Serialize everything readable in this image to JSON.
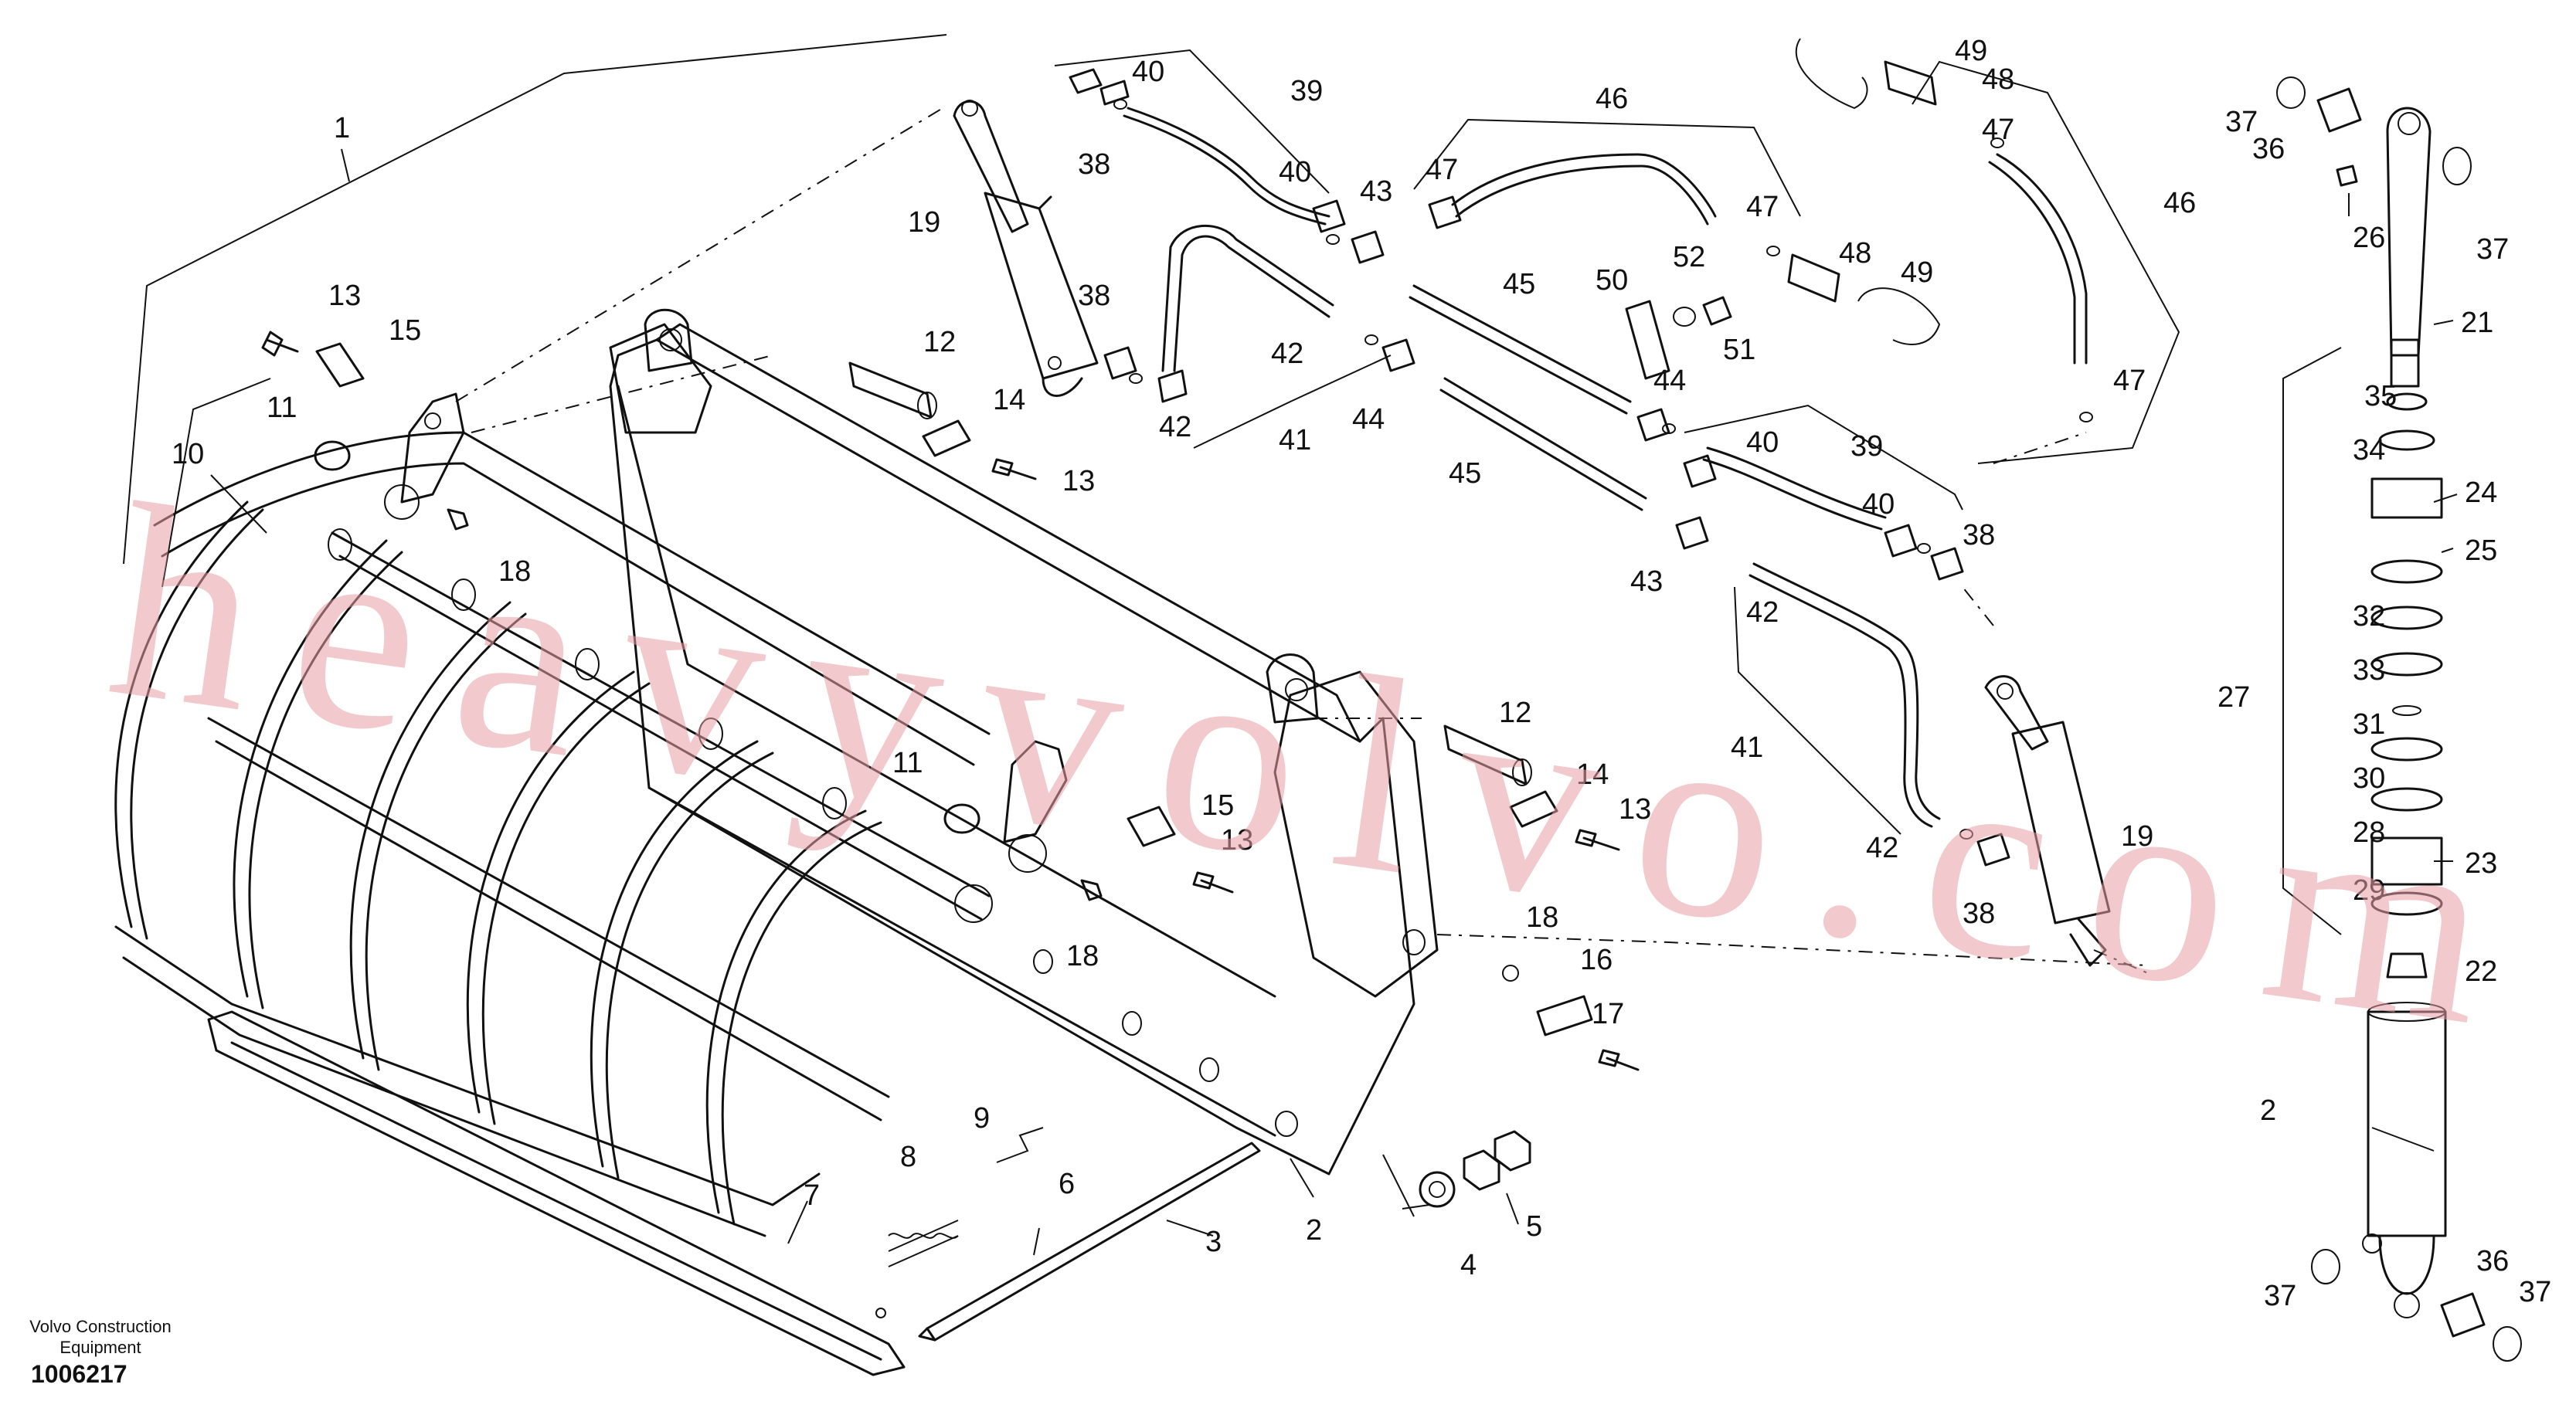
{
  "footer": {
    "company_line1": "Volvo Construction",
    "company_line2": "Equipment",
    "drawing_number": "1006217"
  },
  "watermark": "heavyvolvo.com",
  "callouts": {
    "c1": "1",
    "c2a": "2",
    "c2b": "2",
    "c3": "3",
    "c4": "4",
    "c5": "5",
    "c6": "6",
    "c7": "7",
    "c8": "8",
    "c9": "9",
    "c10": "10",
    "c11a": "11",
    "c11b": "11",
    "c12a": "12",
    "c12b": "12",
    "c13a": "13",
    "c13b": "13",
    "c13c": "13",
    "c13d": "13",
    "c14a": "14",
    "c14b": "14",
    "c15a": "15",
    "c15b": "15",
    "c16": "16",
    "c17": "17",
    "c18a": "18",
    "c18b": "18",
    "c18c": "18",
    "c19a": "19",
    "c19b": "19",
    "c21": "21",
    "c22": "22",
    "c23": "23",
    "c24": "24",
    "c25": "25",
    "c26": "26",
    "c27": "27",
    "c28": "28",
    "c29": "29",
    "c30": "30",
    "c31": "31",
    "c32": "32",
    "c33": "33",
    "c34": "34",
    "c35": "35",
    "c36a": "36",
    "c36b": "36",
    "c37a": "37",
    "c37b": "37",
    "c37c": "37",
    "c37d": "37",
    "c38a": "38",
    "c38b": "38",
    "c38c": "38",
    "c38d": "38",
    "c39a": "39",
    "c39b": "39",
    "c40a": "40",
    "c40b": "40",
    "c40c": "40",
    "c40d": "40",
    "c41a": "41",
    "c41b": "41",
    "c42a": "42",
    "c42b": "42",
    "c42c": "42",
    "c42d": "42",
    "c43a": "43",
    "c43b": "43",
    "c44a": "44",
    "c44b": "44",
    "c45a": "45",
    "c45b": "45",
    "c46a": "46",
    "c46b": "46",
    "c47a": "47",
    "c47b": "47",
    "c47c": "47",
    "c47d": "47",
    "c48a": "48",
    "c48b": "48",
    "c49a": "49",
    "c49b": "49",
    "c50": "50",
    "c51": "51",
    "c52": "52"
  }
}
